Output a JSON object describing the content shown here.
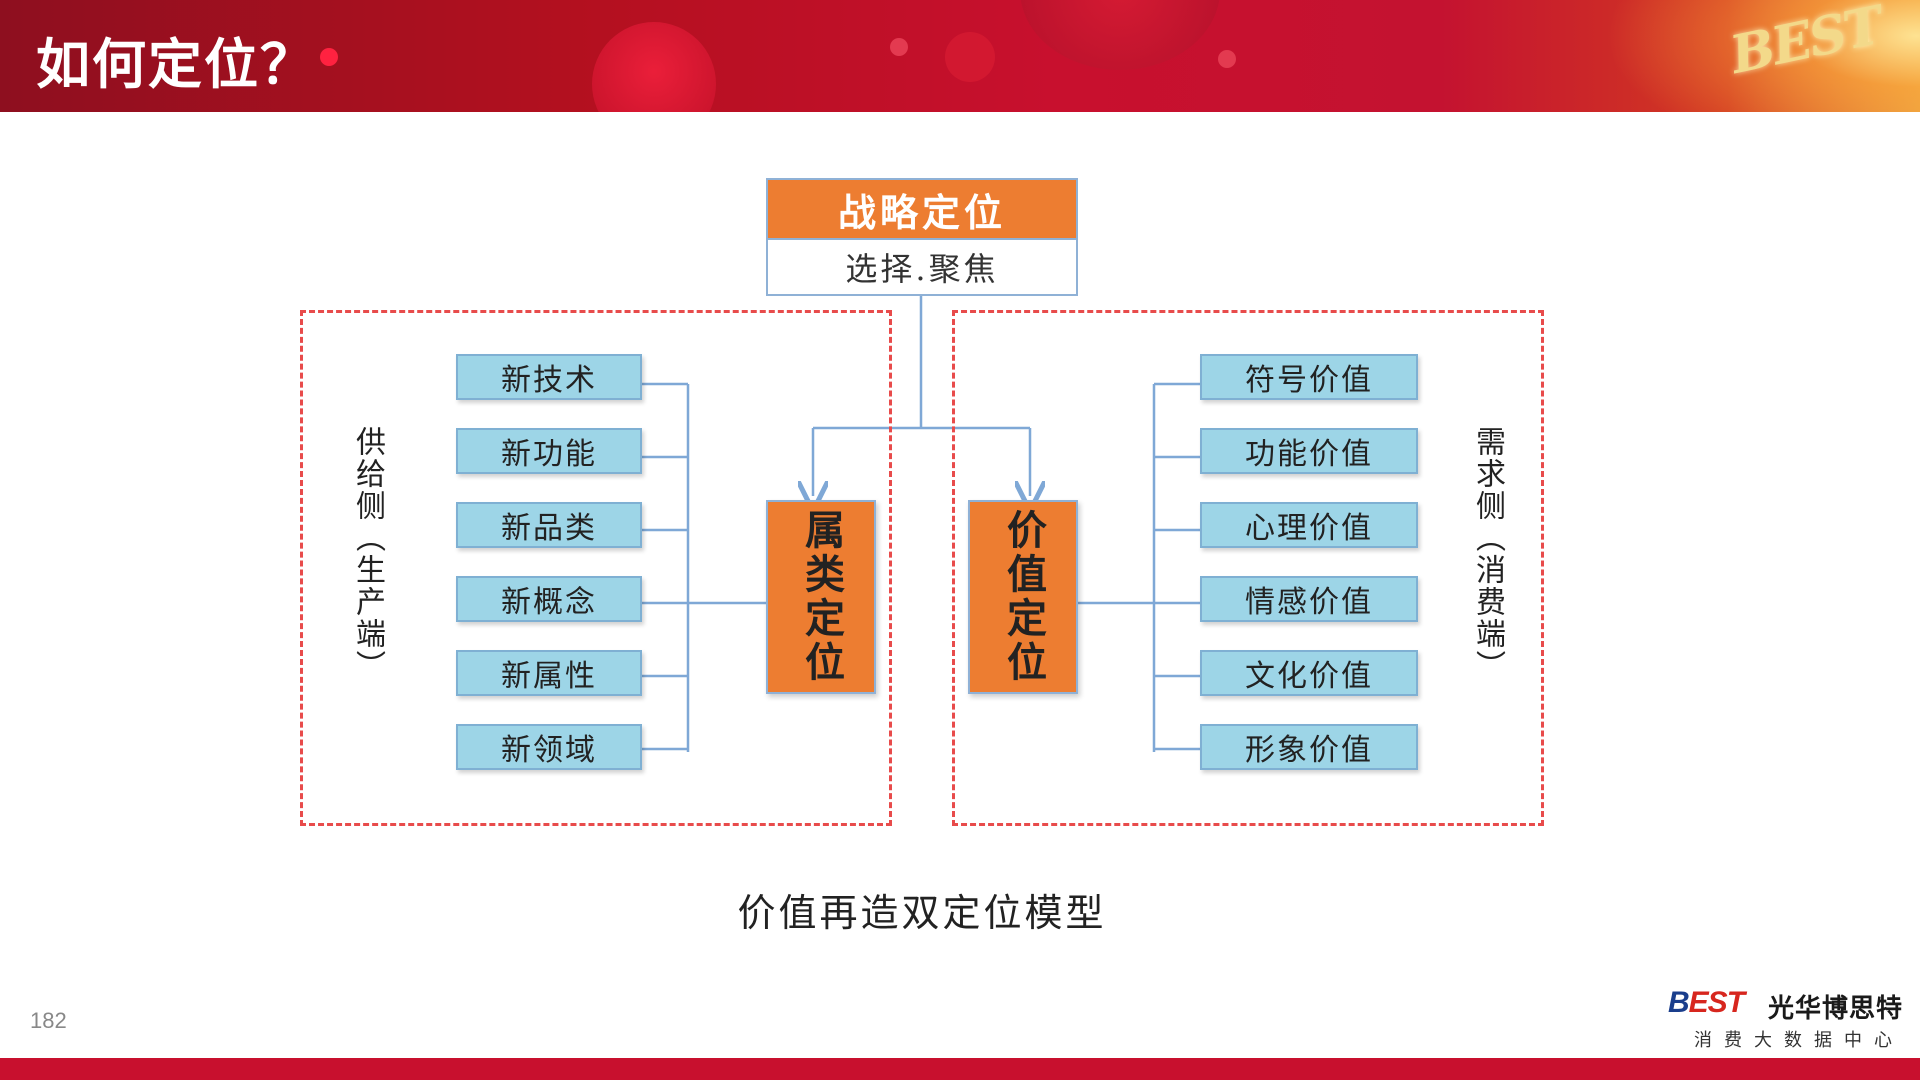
{
  "header": {
    "title": "如何定位？",
    "logo": "BEST"
  },
  "diagram": {
    "top_title": "战略定位",
    "top_subtitle": "选择.聚焦",
    "left_items": [
      "新技术",
      "新功能",
      "新品类",
      "新概念",
      "新属性",
      "新领域"
    ],
    "right_items": [
      "符号价值",
      "功能价值",
      "心理价值",
      "情感价值",
      "文化价值",
      "形象价值"
    ],
    "left_core": "属类定位",
    "right_core": "价值定位",
    "left_side": "供给侧（生产端）",
    "right_side": "需求侧（消费端）",
    "caption": "价值再造双定位模型"
  },
  "footer": {
    "page_number": "182",
    "brand_latin_b": "B",
    "brand_latin_est": "EST",
    "brand_cn": "光华博思特",
    "brand_sub": "消费大数据中心"
  },
  "colors": {
    "banner": "#c8102e",
    "core": "#ed7d31",
    "item": "#9dd5e7",
    "dash": "#e84b4b",
    "line": "#7fa8d6"
  }
}
